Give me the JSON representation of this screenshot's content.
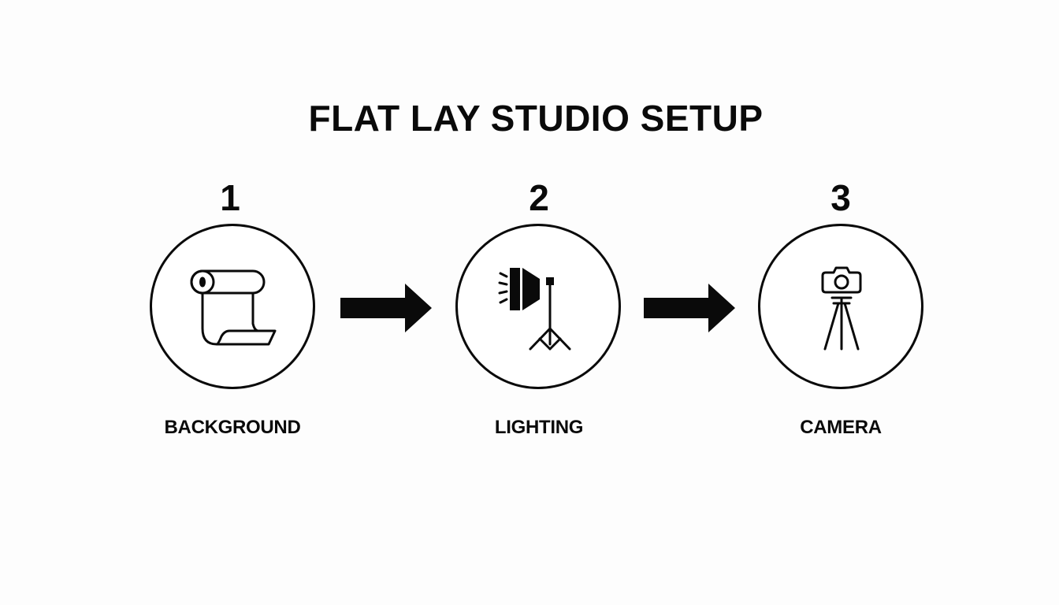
{
  "title": "FLAT LAY STUDIO SETUP",
  "colors": {
    "background": "#fdfdfd",
    "ink": "#0a0a0a"
  },
  "steps": [
    {
      "number": "1",
      "label": "BACKGROUND",
      "icon": "paper-roll-backdrop-icon"
    },
    {
      "number": "2",
      "label": "LIGHTING",
      "icon": "softbox-light-stand-icon"
    },
    {
      "number": "3",
      "label": "CAMERA",
      "icon": "camera-on-tripod-icon"
    }
  ],
  "connectors": [
    {
      "from": "1",
      "to": "2",
      "icon": "right-arrow-icon"
    },
    {
      "from": "2",
      "to": "3",
      "icon": "right-arrow-icon"
    }
  ]
}
